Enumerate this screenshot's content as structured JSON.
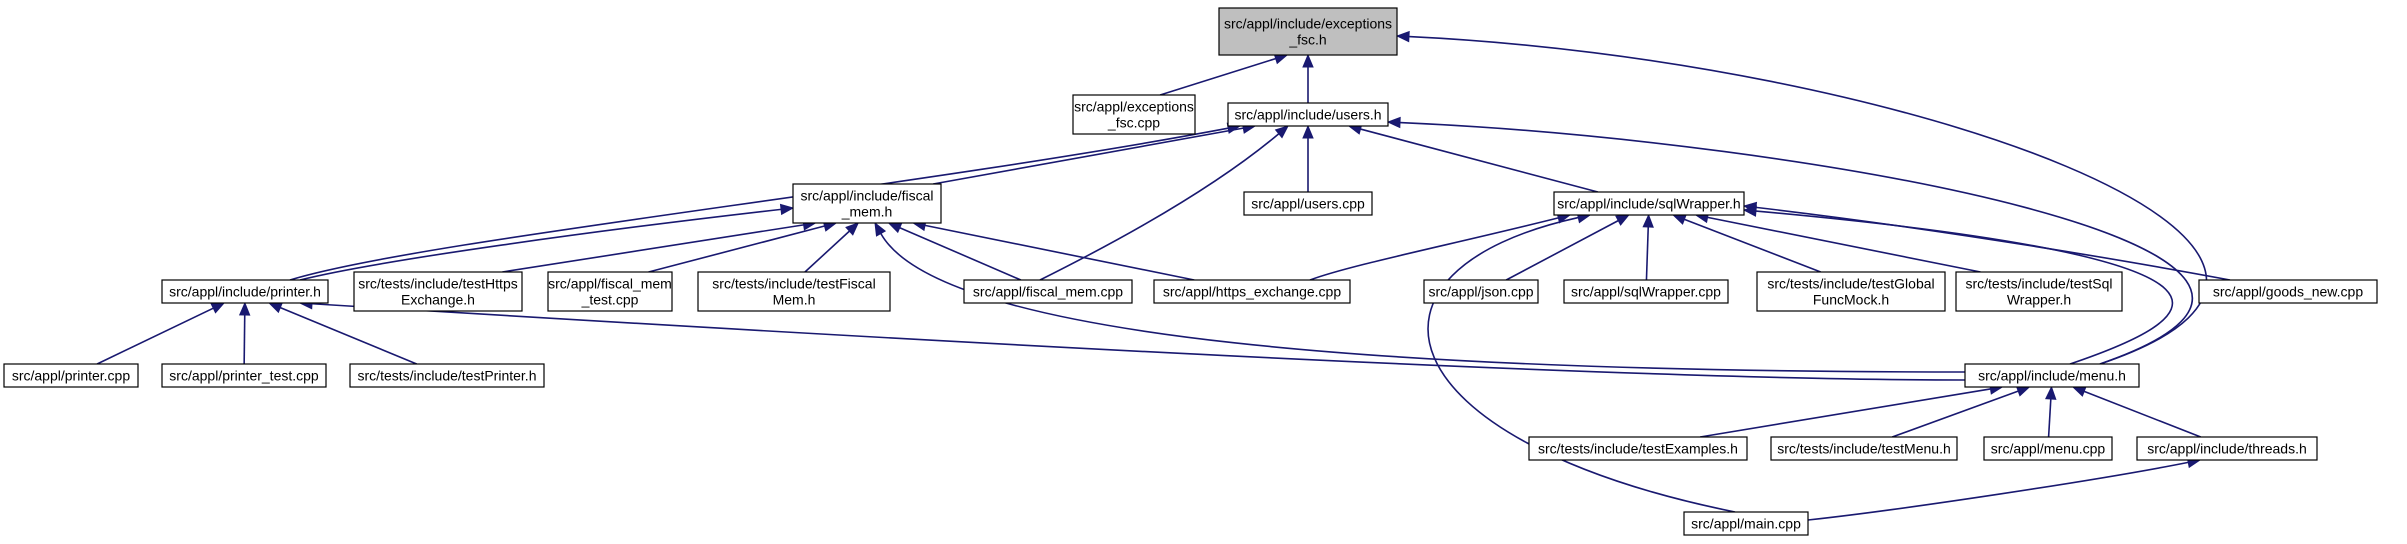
{
  "graph": {
    "nodes": {
      "exceptions_h": [
        "src/appl/include/exceptions",
        "_fsc.h"
      ],
      "exceptions_cpp": [
        "src/appl/exceptions",
        "_fsc.cpp"
      ],
      "users_h": [
        "src/appl/include/users.h"
      ],
      "users_cpp": [
        "src/appl/users.cpp"
      ],
      "fiscal_mem_h": [
        "src/appl/include/fiscal",
        "_mem.h"
      ],
      "sqlwrapper_h": [
        "src/appl/include/sqlWrapper.h"
      ],
      "printer_h": [
        "src/appl/include/printer.h"
      ],
      "test_https_exchange_h": [
        "src/tests/include/testHttps",
        "Exchange.h"
      ],
      "fiscal_mem_test_cpp": [
        "src/appl/fiscal_mem",
        "_test.cpp"
      ],
      "test_fiscal_mem_h": [
        "src/tests/include/testFiscal",
        "Mem.h"
      ],
      "fiscal_mem_cpp": [
        "src/appl/fiscal_mem.cpp"
      ],
      "https_exchange_cpp": [
        "src/appl/https_exchange.cpp"
      ],
      "json_cpp": [
        "src/appl/json.cpp"
      ],
      "sqlwrapper_cpp": [
        "src/appl/sqlWrapper.cpp"
      ],
      "test_global_func_mock_h": [
        "src/tests/include/testGlobal",
        "FuncMock.h"
      ],
      "test_sql_wrapper_h": [
        "src/tests/include/testSql",
        "Wrapper.h"
      ],
      "goods_new_cpp": [
        "src/appl/goods_new.cpp"
      ],
      "printer_cpp": [
        "src/appl/printer.cpp"
      ],
      "printer_test_cpp": [
        "src/appl/printer_test.cpp"
      ],
      "test_printer_h": [
        "src/tests/include/testPrinter.h"
      ],
      "menu_h": [
        "src/appl/include/menu.h"
      ],
      "test_examples_h": [
        "src/tests/include/testExamples.h"
      ],
      "test_menu_h": [
        "src/tests/include/testMenu.h"
      ],
      "menu_cpp": [
        "src/appl/menu.cpp"
      ],
      "threads_h": [
        "src/appl/include/threads.h"
      ],
      "main_cpp": [
        "src/appl/main.cpp"
      ]
    },
    "edges": [
      [
        "exceptions_h",
        "exceptions_cpp"
      ],
      [
        "exceptions_h",
        "users_h"
      ],
      [
        "exceptions_h",
        "menu_h"
      ],
      [
        "users_h",
        "users_cpp"
      ],
      [
        "users_h",
        "fiscal_mem_h"
      ],
      [
        "users_h",
        "sqlwrapper_h"
      ],
      [
        "users_h",
        "printer_h"
      ],
      [
        "users_h",
        "fiscal_mem_cpp"
      ],
      [
        "users_h",
        "menu_h"
      ],
      [
        "fiscal_mem_h",
        "printer_h"
      ],
      [
        "fiscal_mem_h",
        "test_https_exchange_h"
      ],
      [
        "fiscal_mem_h",
        "fiscal_mem_test_cpp"
      ],
      [
        "fiscal_mem_h",
        "test_fiscal_mem_h"
      ],
      [
        "fiscal_mem_h",
        "fiscal_mem_cpp"
      ],
      [
        "fiscal_mem_h",
        "https_exchange_cpp"
      ],
      [
        "fiscal_mem_h",
        "menu_h"
      ],
      [
        "sqlwrapper_h",
        "https_exchange_cpp"
      ],
      [
        "sqlwrapper_h",
        "json_cpp"
      ],
      [
        "sqlwrapper_h",
        "sqlwrapper_cpp"
      ],
      [
        "sqlwrapper_h",
        "test_global_func_mock_h"
      ],
      [
        "sqlwrapper_h",
        "test_sql_wrapper_h"
      ],
      [
        "sqlwrapper_h",
        "goods_new_cpp"
      ],
      [
        "sqlwrapper_h",
        "menu_h"
      ],
      [
        "sqlwrapper_h",
        "main_cpp"
      ],
      [
        "printer_h",
        "printer_cpp"
      ],
      [
        "printer_h",
        "printer_test_cpp"
      ],
      [
        "printer_h",
        "test_printer_h"
      ],
      [
        "printer_h",
        "menu_h"
      ],
      [
        "menu_h",
        "test_examples_h"
      ],
      [
        "menu_h",
        "test_menu_h"
      ],
      [
        "menu_h",
        "menu_cpp"
      ],
      [
        "menu_h",
        "threads_h"
      ],
      [
        "threads_h",
        "main_cpp"
      ]
    ],
    "colors": {
      "edge": "#191970",
      "root_fill": "#bfbfbf",
      "node_fill": "#ffffff",
      "node_border": "#000000"
    }
  }
}
